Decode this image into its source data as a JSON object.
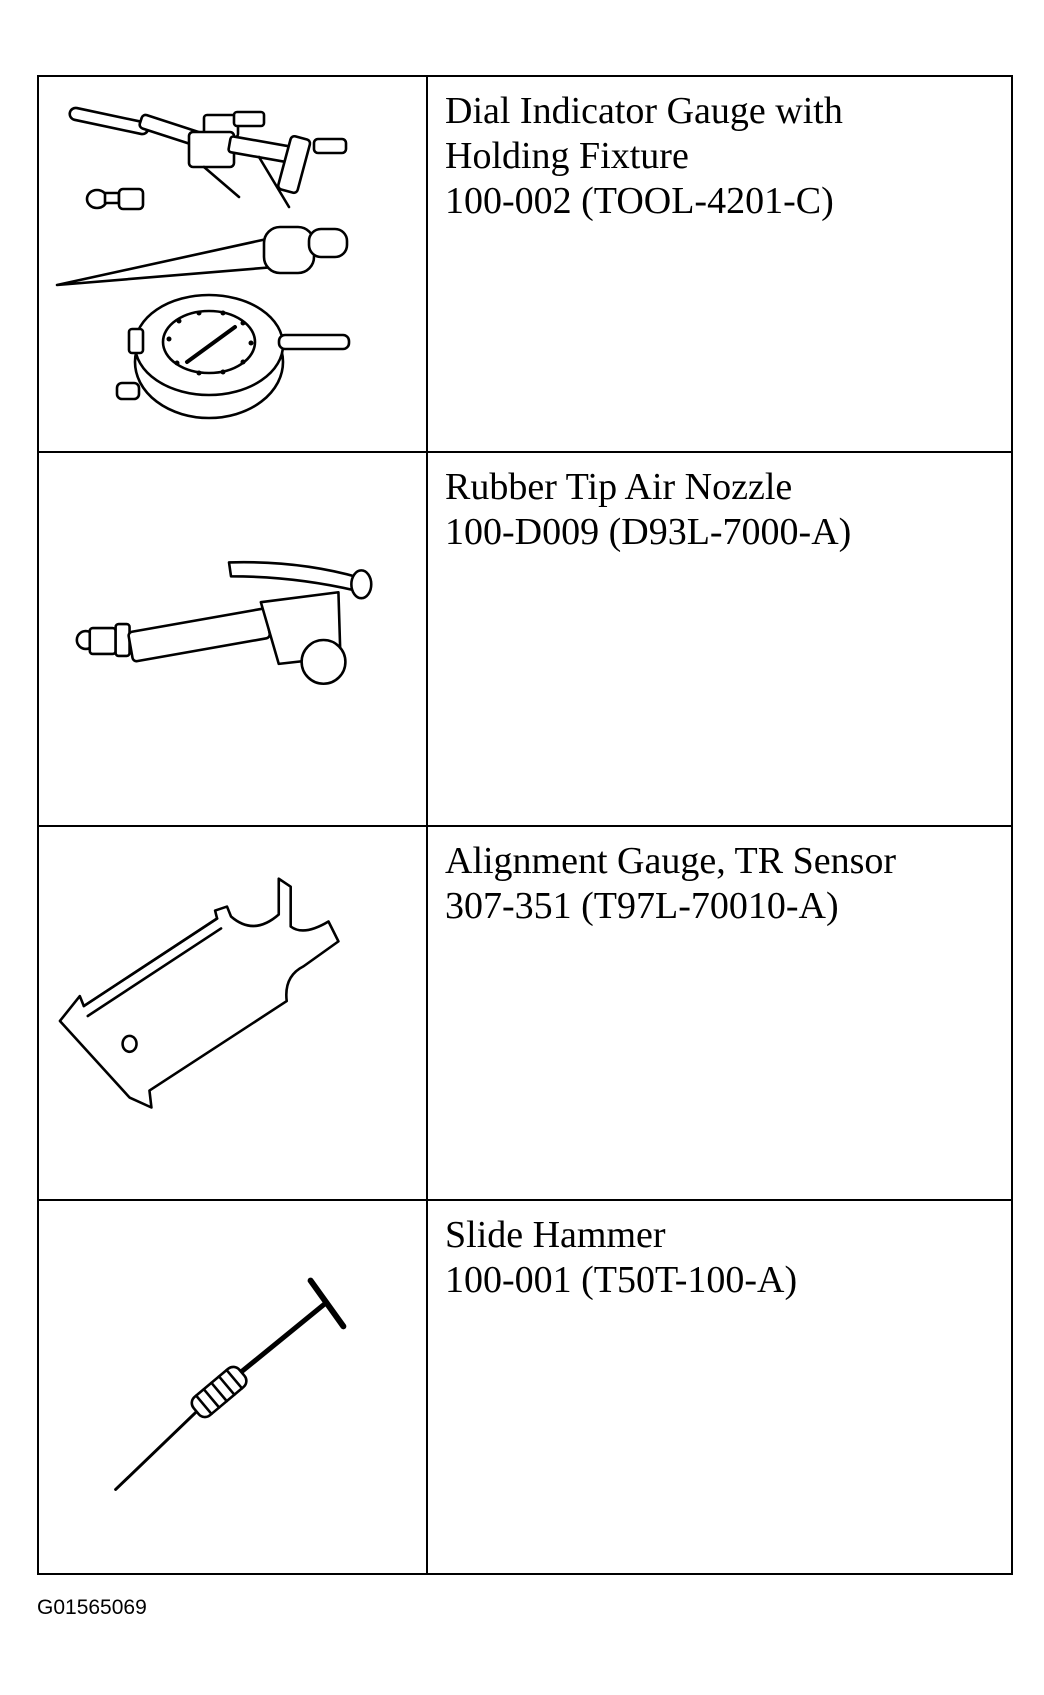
{
  "tools": [
    {
      "name_lines": [
        "Dial Indicator Gauge with",
        "Holding Fixture"
      ],
      "number": "100-002 (TOOL-4201-C)",
      "icon": "dial-indicator-gauge-icon"
    },
    {
      "name_lines": [
        "Rubber Tip Air Nozzle"
      ],
      "number": "100-D009 (D93L-7000-A)",
      "icon": "air-nozzle-icon"
    },
    {
      "name_lines": [
        "Alignment Gauge, TR Sensor"
      ],
      "number": "307-351 (T97L-70010-A)",
      "icon": "alignment-gauge-icon"
    },
    {
      "name_lines": [
        "Slide Hammer"
      ],
      "number": "100-001 (T50T-100-A)",
      "icon": "slide-hammer-icon"
    }
  ],
  "figure_id": "G01565069"
}
